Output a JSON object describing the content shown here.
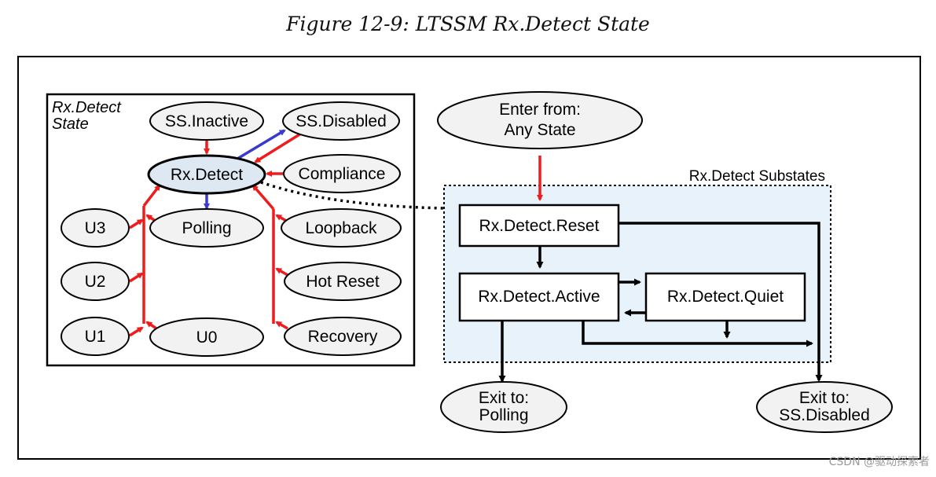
{
  "figure_title": "Figure 12-9: LTSSM Rx.Detect State",
  "left_panel": {
    "title_line1": "Rx.Detect",
    "title_line2": "State",
    "states": {
      "ss_inactive": "SS.Inactive",
      "ss_disabled": "SS.Disabled",
      "rx_detect": "Rx.Detect",
      "compliance": "Compliance",
      "u3": "U3",
      "polling": "Polling",
      "loopback": "Loopback",
      "u2": "U2",
      "hot_reset": "Hot Reset",
      "u1": "U1",
      "u0": "U0",
      "recovery": "Recovery"
    }
  },
  "right_panel": {
    "enter_line1": "Enter from:",
    "enter_line2": "Any State",
    "substates_label": "Rx.Detect Substates",
    "reset": "Rx.Detect.Reset",
    "active": "Rx.Detect.Active",
    "quiet": "Rx.Detect.Quiet",
    "exit_polling_line1": "Exit to:",
    "exit_polling_line2": "Polling",
    "exit_disabled_line1": "Exit to:",
    "exit_disabled_line2": "SS.Disabled"
  },
  "colors": {
    "red_arrow": "#ee1c1c",
    "blue_arrow": "#3a3acc",
    "substate_fill": "#e8f2fb",
    "ellipse_fill": "#f2f2f2",
    "rx_detect_fill": "#dde8f3"
  },
  "watermark": "CSDN @驱动探索者"
}
